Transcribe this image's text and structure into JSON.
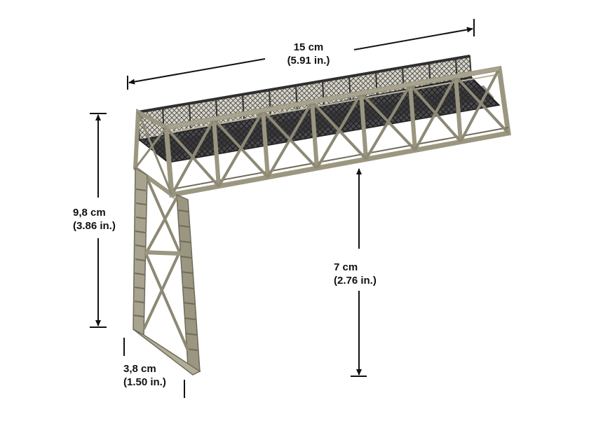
{
  "colors": {
    "truss": "#9a9680",
    "truss_dark": "#6f6c5d",
    "truss_light": "#b9b5a0",
    "railing": "#3a3a3a",
    "deck": "#2e2e30",
    "dimension": "#111111"
  },
  "dimensions": {
    "length": {
      "metric": "15 cm",
      "imperial": "(5.91 in.)"
    },
    "total_height": {
      "metric": "9,8 cm",
      "imperial": "(3.86 in.)"
    },
    "clearance": {
      "metric": "7 cm",
      "imperial": "(2.76 in.)"
    },
    "base_width": {
      "metric": "3,8 cm",
      "imperial": "(1.50 in.)"
    }
  }
}
